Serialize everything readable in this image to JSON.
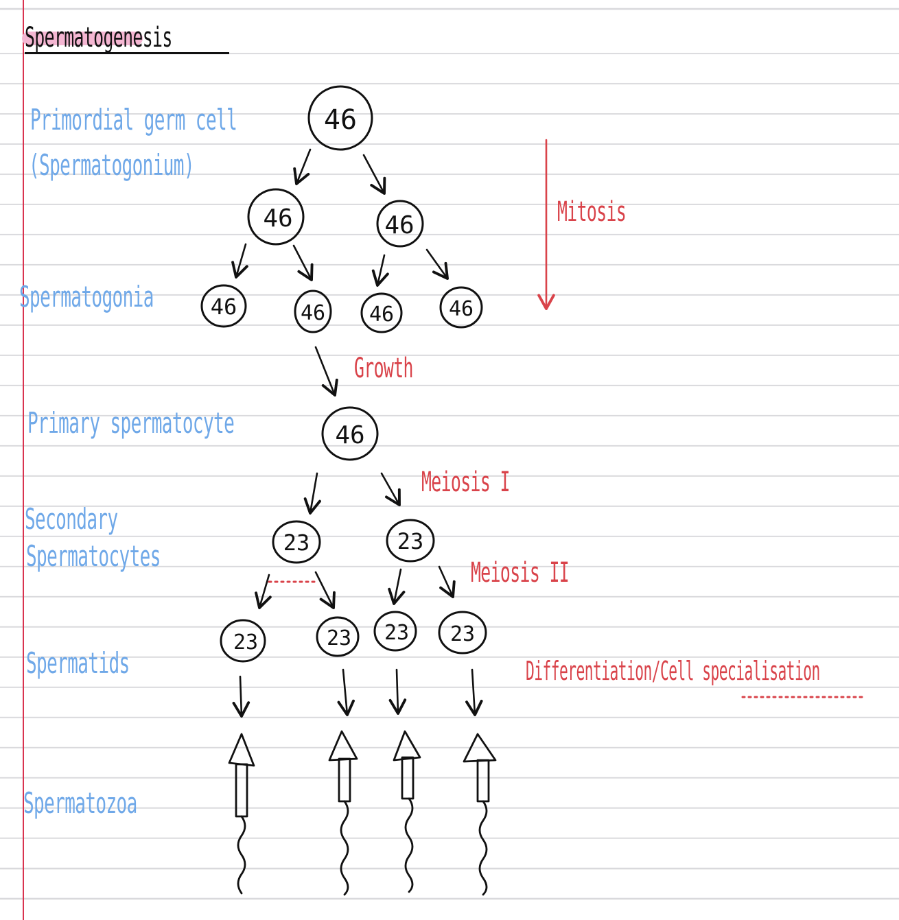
{
  "title": "Spermatogenesis",
  "colors": {
    "stage_label": "#6fa8e8",
    "process_label": "#d9434a",
    "ink": "#111111",
    "margin": "#d9334f",
    "highlight": "#f4b6d2"
  },
  "stages": {
    "primordial": "Primordial germ cell",
    "primordial_sub": "(Spermatogonium)",
    "spermatogonia": "Spermatogonia",
    "primary": "Primary spermatocyte",
    "secondary_1": "Secondary",
    "secondary_2": "Spermatocytes",
    "spermatids": "Spermatids",
    "spermatozoa": "Spermatozoa"
  },
  "processes": {
    "mitosis": "Mitosis",
    "growth": "Growth",
    "meiosis1": "Meiosis I",
    "meiosis2": "Meiosis II",
    "differentiation": "Differentiation/Cell specialisation"
  },
  "cells": {
    "primordial": "46",
    "mitosis_row": [
      "46",
      "46"
    ],
    "spermatogonia_row": [
      "46",
      "46",
      "46",
      "46"
    ],
    "primary": "46",
    "secondary_row": [
      "23",
      "23"
    ],
    "spermatid_row": [
      "23",
      "23",
      "23",
      "23"
    ]
  }
}
